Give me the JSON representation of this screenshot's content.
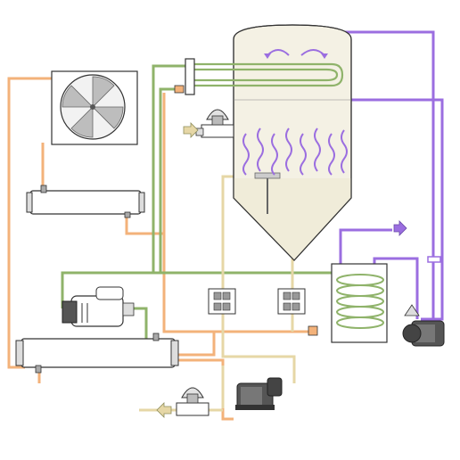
{
  "diagram": {
    "components": [
      {
        "id": "fan",
        "icon": "fan-icon"
      },
      {
        "id": "condenser",
        "icon": "condenser-icon"
      },
      {
        "id": "evaporator-vessel",
        "icon": "vessel-icon"
      },
      {
        "id": "heating-coil",
        "icon": "coil-icon"
      },
      {
        "id": "compressor",
        "icon": "compressor-icon"
      },
      {
        "id": "heat-exchanger",
        "icon": "heat-exchanger-icon"
      },
      {
        "id": "coil-tank",
        "icon": "tank-icon"
      },
      {
        "id": "pump-right",
        "icon": "pump-icon"
      },
      {
        "id": "pump-bottom",
        "icon": "pump-icon"
      },
      {
        "id": "valve-top",
        "icon": "valve-icon"
      },
      {
        "id": "valve-bottom",
        "icon": "valve-icon"
      },
      {
        "id": "expansion-valve-left",
        "icon": "valve-icon"
      },
      {
        "id": "expansion-valve-right",
        "icon": "valve-icon"
      },
      {
        "id": "flow-arrow-in",
        "icon": "arrow-right-icon"
      },
      {
        "id": "flow-arrow-out",
        "icon": "arrow-left-icon"
      },
      {
        "id": "flow-arrow-purple",
        "icon": "arrow-right-icon"
      }
    ],
    "colors": {
      "refrigerant_hot": "#f3b27a",
      "refrigerant_cold": "#8fb36a",
      "liquid_product": "#e6d7a6",
      "vapour": "#9b6ee0",
      "vessel_fill": "#f4f1e4",
      "outline": "#333333",
      "equipment_fill": "#ffffff"
    }
  }
}
